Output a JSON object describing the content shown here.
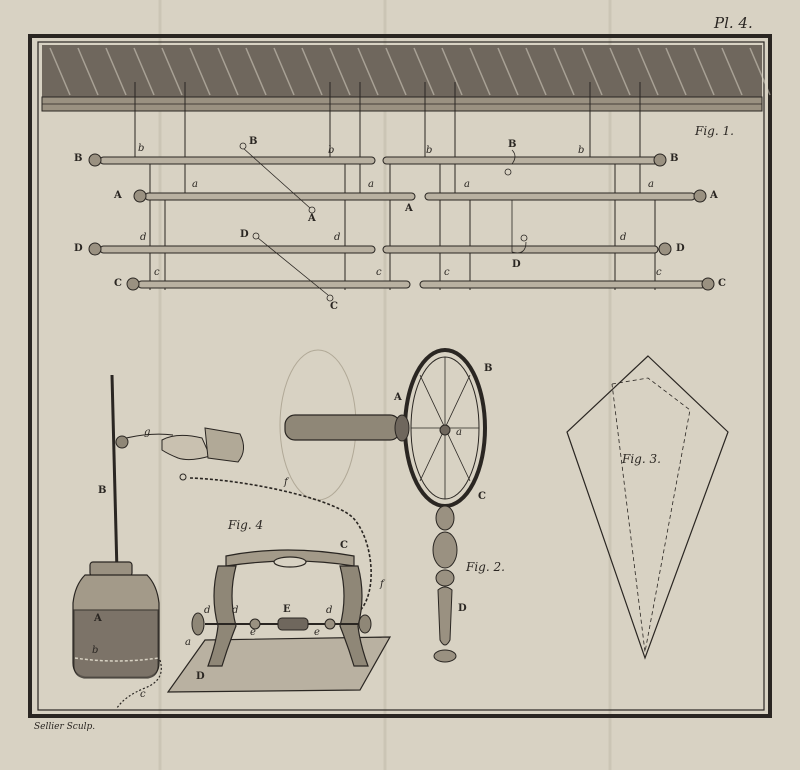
{
  "plate": {
    "number": "Pl. 4.",
    "engraver": "Sellier Sculp."
  },
  "figures": {
    "fig1": {
      "title": "Fig. 1.",
      "rod_labels_left": [
        "B",
        "A",
        "D",
        "C"
      ],
      "rod_labels_right": [
        "B",
        "A",
        "D",
        "C"
      ],
      "hanger_labels": [
        "b",
        "a",
        "d",
        "c"
      ],
      "ball_labels": [
        "B",
        "A",
        "D",
        "C"
      ],
      "center_labels": [
        "B",
        "A",
        "D"
      ]
    },
    "fig2": {
      "title": "Fig. 2.",
      "labels": [
        "A",
        "B",
        "a",
        "C",
        "D"
      ]
    },
    "fig3": {
      "title": "Fig. 3."
    },
    "fig4": {
      "title": "Fig. 4",
      "labels": [
        "B",
        "g",
        "f",
        "A",
        "b",
        "c",
        "C",
        "f",
        "d",
        "d",
        "E",
        "e",
        "e",
        "d",
        "a",
        "D"
      ]
    }
  },
  "colors": {
    "paper": "#d8d2c3",
    "ink": "#2a2622"
  }
}
